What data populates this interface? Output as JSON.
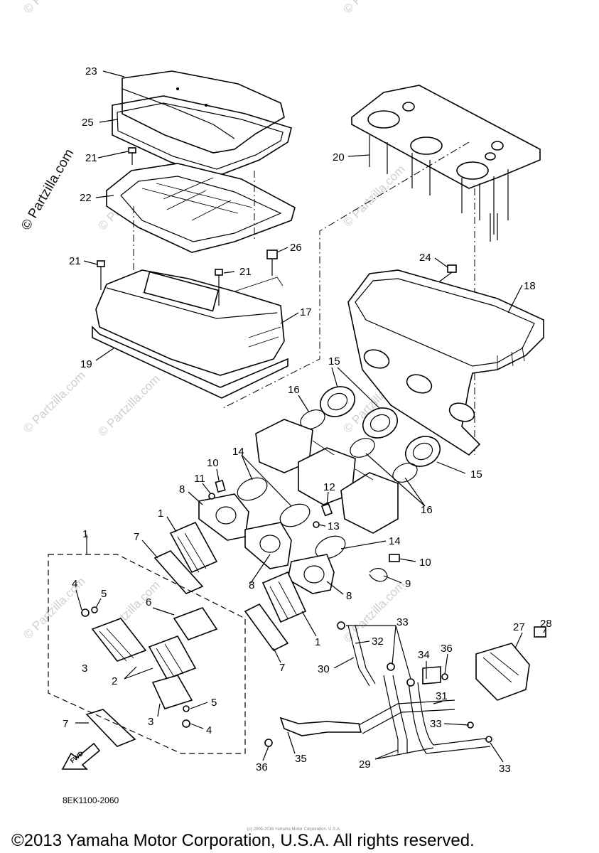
{
  "watermark": {
    "main": "© Partzilla.com",
    "faded": "© Partzilla.com",
    "tiny_copyright": "(c) 2005-2016 Yamaha Motor Corporation, U.S.A."
  },
  "diagram_code": "8EK1100-2060",
  "fwd_label": "FWD",
  "footer": "©2013 Yamaha Motor Corporation, U.S.A. All rights reserved.",
  "callouts": {
    "c23": "23",
    "c25": "25",
    "c21a": "21",
    "c22": "22",
    "c21b": "21",
    "c26": "26",
    "c21c": "21",
    "c17": "17",
    "c19": "19",
    "c20": "20",
    "c24": "24",
    "c18": "18",
    "c16a": "16",
    "c15a": "15",
    "c15b": "15",
    "c16b": "16",
    "c14a": "14",
    "c10a": "10",
    "c11": "11",
    "c8a": "8",
    "c12": "12",
    "c13": "13",
    "c1a": "1",
    "c7a": "7",
    "c14b": "14",
    "c10b": "10",
    "c9": "9",
    "c8b": "8",
    "c8c": "8",
    "c1b": "1",
    "c1c": "1",
    "c4a": "4",
    "c5a": "5",
    "c6": "6",
    "c3a": "3",
    "c2": "2",
    "c3b": "3",
    "c5b": "5",
    "c4b": "4",
    "c7b": "7",
    "c7c": "7",
    "c33a": "33",
    "c32": "32",
    "c34": "34",
    "c36a": "36",
    "c27": "27",
    "c28": "28",
    "c30": "30",
    "c31": "31",
    "c33b": "33",
    "c35": "35",
    "c36b": "36",
    "c29": "29",
    "c33c": "33"
  }
}
